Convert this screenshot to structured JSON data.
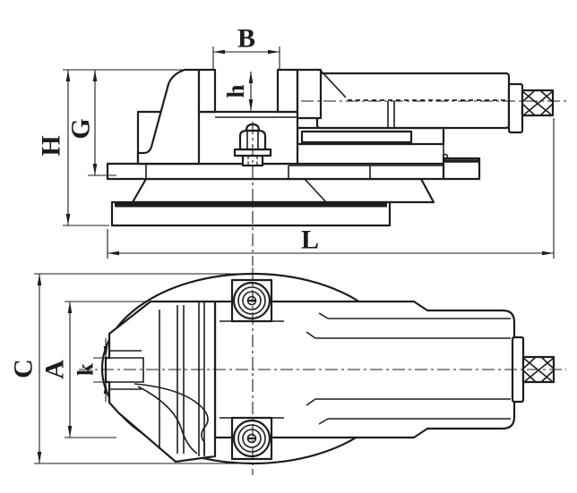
{
  "drawing": {
    "background": "#ffffff",
    "line_color": "#1d1d1d",
    "views": {
      "side_view": {
        "labels": {
          "B": "B",
          "h": "h",
          "H": "H",
          "G": "G",
          "L": "L"
        }
      },
      "top_view": {
        "labels": {
          "C": "C",
          "A": "A",
          "k": "k"
        }
      }
    }
  }
}
